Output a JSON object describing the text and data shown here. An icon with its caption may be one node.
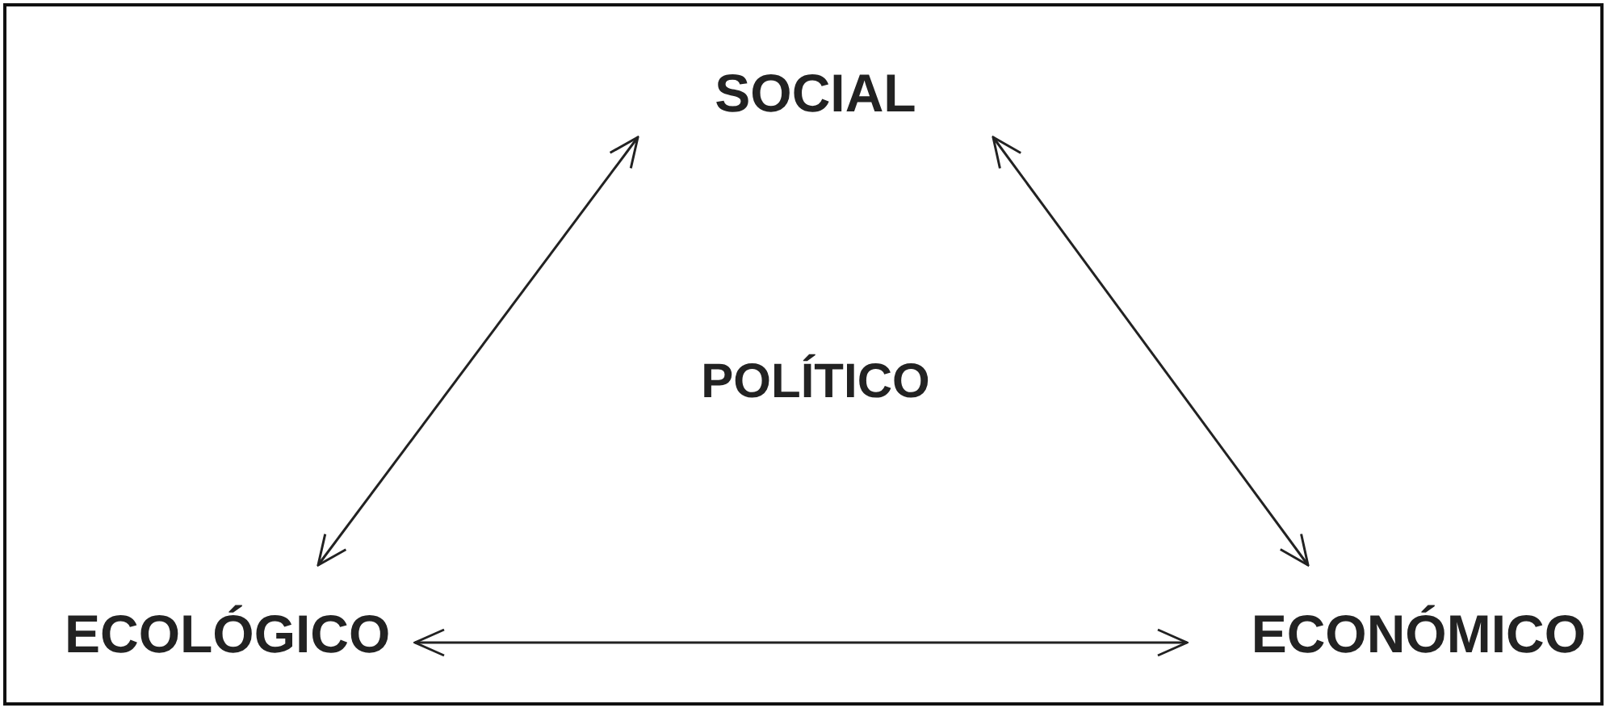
{
  "diagram": {
    "nodes": [
      {
        "text": [
          "SOCIAL"
        ]
      },
      {
        "text": [
          "ECOLÓGICO"
        ]
      },
      {
        "text": [
          "ECONÓMICO"
        ]
      }
    ],
    "edges": [
      {
        "from": 0,
        "to": 1,
        "arrow": "both"
      },
      {
        "from": 0,
        "to": 2,
        "arrow": "both"
      },
      {
        "from": 1,
        "to": 2,
        "arrow": "both"
      }
    ],
    "labels": [
      "POLÍTICO"
    ]
  }
}
